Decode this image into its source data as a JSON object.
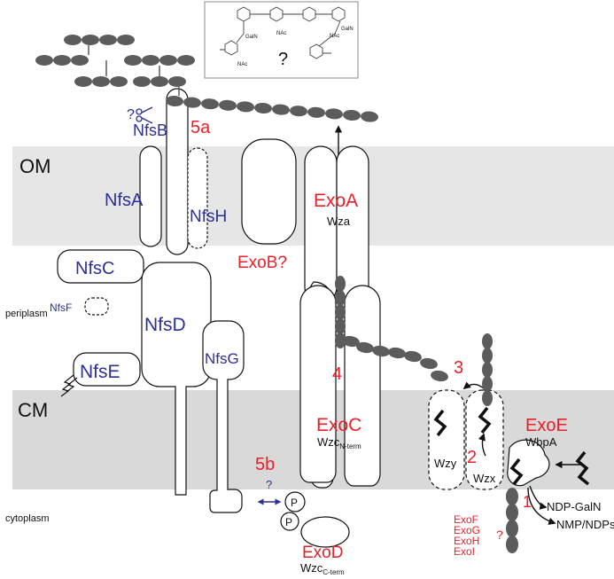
{
  "membranes": {
    "om": "OM",
    "cm": "CM"
  },
  "compartments": {
    "periplasm": "periplasm",
    "cytoplasm": "cytoplasm"
  },
  "inset": {
    "nac1": "NAc",
    "nac2": "NAc",
    "galnac1": "GalN",
    "galnac2": "GalN",
    "nac3": "NAc",
    "mark": "?"
  },
  "proteins": {
    "nfsA": "NfsA",
    "nfsB": "NfsB",
    "nfsC": "NfsC",
    "nfsD": "NfsD",
    "nfsE": "NfsE",
    "nfsF": "NfsF",
    "nfsG": "NfsG",
    "nfsH": "NfsH",
    "exoA": "ExoA",
    "wza": "Wza",
    "exoB": "ExoB?",
    "exoC": "ExoC",
    "wzcN": "Wzc",
    "wzcNsub": "N-term",
    "exoD": "ExoD",
    "wzcC": "Wzc",
    "wzcCsub": "C-term",
    "exoE": "ExoE",
    "wbpA": "WbpA",
    "wzy": "Wzy",
    "wzx": "Wzx",
    "exoF": "ExoF",
    "exoG": "ExoG",
    "exoH": "ExoH",
    "exoI": "ExoI",
    "exoQ": "?"
  },
  "steps": {
    "s1": "1",
    "s2": "2",
    "s3": "3",
    "s4": "4",
    "s5a": "5a",
    "s5b": "5b"
  },
  "marks": {
    "nfsbQ": "?",
    "s5bQ": "?",
    "p1": "P",
    "p2": "P"
  },
  "substrates": {
    "ndp": "NDP-GalN",
    "nmp": "NMP/NDPs"
  },
  "colors": {
    "blue": "#2b2f96",
    "red": "#e8202a",
    "membrane_om": "#e6e6e6",
    "membrane_cm": "#d9d9d9",
    "chain": "#5c5c5c"
  }
}
